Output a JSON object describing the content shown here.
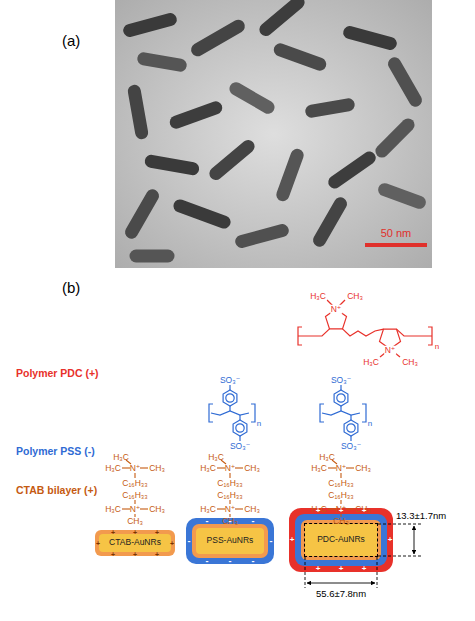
{
  "diagram": {
    "nodes": [
      {
        "text": [
          "CTAB-AuNRs"
        ]
      },
      {
        "text": [
          "PSS-AuNRs"
        ]
      },
      {
        "text": [
          "PDC-AuNRs"
        ]
      }
    ],
    "labels": [
      "(a)",
      "50 nm",
      "(b)",
      "Polymer PDC (+)",
      "Polymer PSS (-)",
      "CTAB bilayer (+)",
      "H₃C",
      "CH₃",
      "N⁺",
      "n",
      "N⁺",
      "H₃C",
      "CH₃",
      "SO₃⁻",
      "n",
      "SO₃⁻",
      "SO₃⁻",
      "n",
      "SO₃⁻",
      "H₃C",
      "H₃C",
      "N⁺",
      "CH₃",
      "C₁₆H₃₃",
      "C₁₆H₃₃",
      "H₃C",
      "N⁺",
      "CH₃",
      "CH₃",
      "H₃C",
      "H₃C",
      "N⁺",
      "CH₃",
      "C₁₆H₃₃",
      "C₁₆H₃₃",
      "H₃C",
      "N⁺",
      "CH₃",
      "CH₃",
      "H₃C",
      "H₃C",
      "N⁺",
      "CH₃",
      "C₁₆H₃₃",
      "C₁₆H₃₃",
      "H₃C",
      "N⁺",
      "CH₃",
      "CH₃",
      "+",
      "+",
      "+",
      "+",
      "+",
      "+",
      "+",
      "+",
      "-",
      "-",
      "-",
      "-",
      "-",
      "-",
      "-",
      "-",
      "+",
      "+",
      "+",
      "+",
      "+",
      "+",
      "+",
      "+",
      "13.3±1.7nm",
      "55.6±7.8nm"
    ]
  }
}
